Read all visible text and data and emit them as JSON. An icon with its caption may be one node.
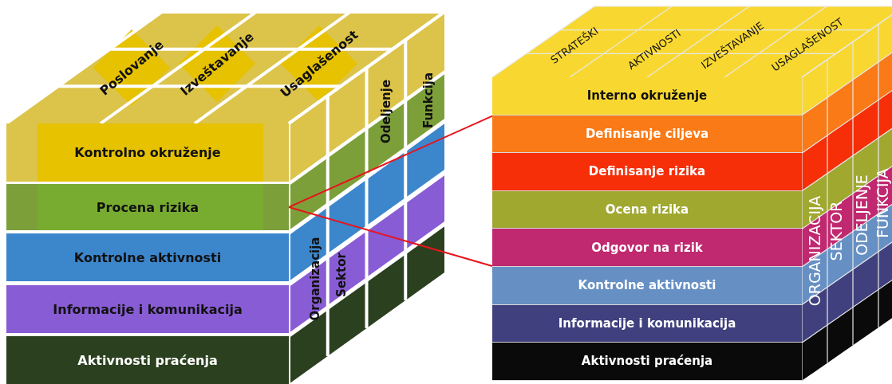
{
  "diagram": {
    "nodes": [
      {
        "text": [
          "Kontrolno okruženje"
        ]
      },
      {
        "text": [
          "Procena rizika"
        ]
      },
      {
        "text": [
          "Kontrolne aktivnosti"
        ]
      },
      {
        "text": [
          "Informacije i komunikacija"
        ]
      },
      {
        "text": [
          "Aktivnosti praćenja"
        ]
      },
      {
        "text": [
          "Interno okruženje"
        ]
      },
      {
        "text": [
          "Definisanje ciljeva"
        ]
      },
      {
        "text": [
          "Definisanje rizika"
        ]
      },
      {
        "text": [
          "Ocena rizika"
        ]
      },
      {
        "text": [
          "Odgovor na rizik"
        ]
      },
      {
        "text": [
          "Kontrolne aktivnosti"
        ]
      },
      {
        "text": [
          "Informacije i komunikacija"
        ]
      },
      {
        "text": [
          "Aktivnosti praćenja"
        ]
      }
    ],
    "edges": [
      {
        "from": 1,
        "to": 6,
        "arrow": "none"
      },
      {
        "from": 1,
        "to": 9,
        "arrow": "none"
      }
    ],
    "labels": [
      "Poslovanje",
      "Izveštavanje",
      "Usaglašenost",
      "Organizacija",
      "Sektor",
      "Odeljenje",
      "Funkcija",
      "STRATEŠKI",
      "AKTIVNOSTI",
      "IZVEŠTAVANJE",
      "USAGLAŠENOST",
      "ORGANIZACIJA",
      "SEKTOR",
      "ODELJENJE",
      "FUNKCIJA"
    ]
  }
}
